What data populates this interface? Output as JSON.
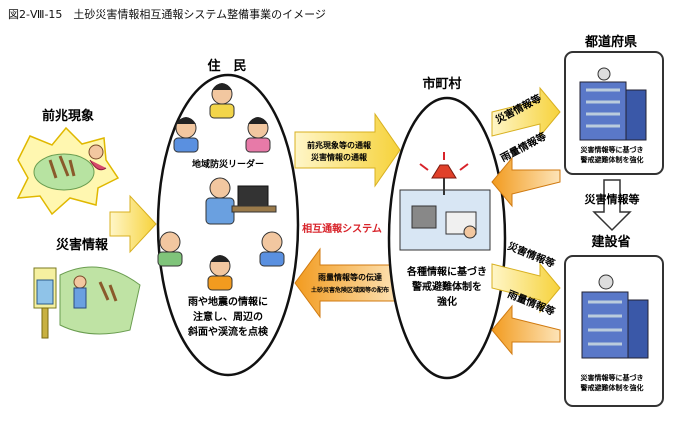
{
  "caption": "図2-Ⅷ-15　土砂災害情報相互通報システム整備事業のイメージ",
  "residents": {
    "title": "住　民",
    "leader_label": "地域防災リーダー",
    "caption_lines": [
      "雨や地震の情報に",
      "注意し、周辺の",
      "斜面や渓流を点検"
    ]
  },
  "precursor": {
    "title": "前兆現象"
  },
  "disaster_info": {
    "title": "災害情報"
  },
  "municipality": {
    "title": "市町村",
    "caption_lines": [
      "各種情報に基づき",
      "警戒避難体制を",
      "強化"
    ]
  },
  "prefecture": {
    "title": "都道府県",
    "caption_lines": [
      "災害情報等に基づき",
      "警戒避難体制を強化"
    ]
  },
  "ministry": {
    "title": "建設省",
    "caption_lines": [
      "災害情報等に基づき",
      "警戒避難体制を強化"
    ]
  },
  "flows": {
    "up_lines": [
      "前兆現象等の通報",
      "災害情報の通報"
    ],
    "system_label": "相互通報システム",
    "down_lines": [
      "雨量情報等の伝達",
      "土砂災害危険区域図等の配布"
    ],
    "pref_to_ministry": "災害情報等",
    "muni_pref_up": "災害情報等",
    "muni_pref_down": "雨量情報等",
    "muni_min_up": "災害情報等",
    "muni_min_down": "雨量情報等"
  },
  "colors": {
    "arrow_yellow": "#f6d23a",
    "arrow_orange": "#f29b1f",
    "system_red": "#d8232a",
    "building_blue": "#5a78c8"
  }
}
